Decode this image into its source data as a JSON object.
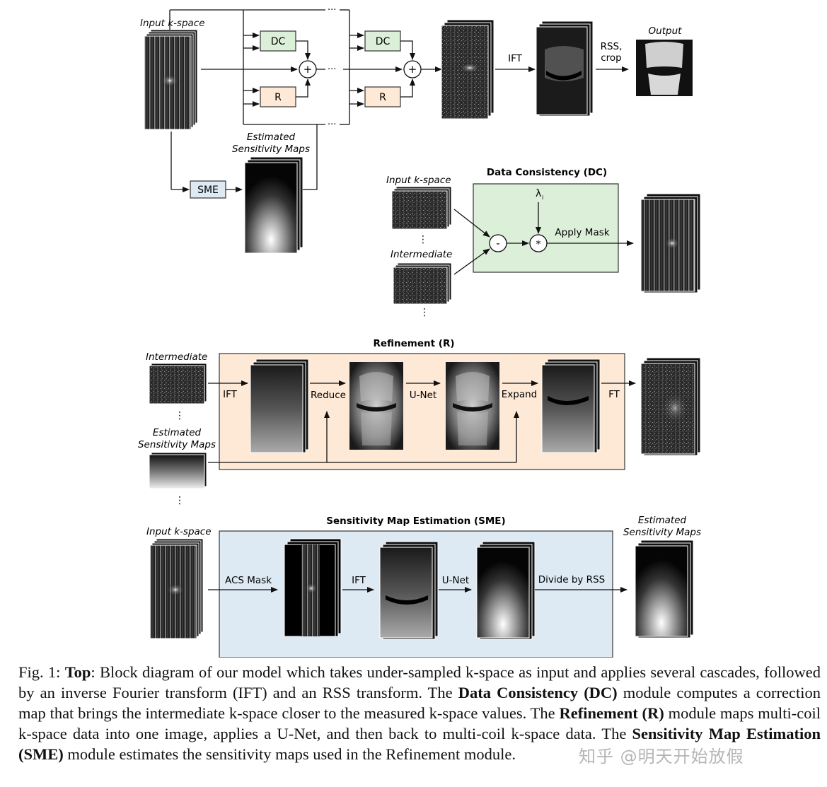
{
  "top": {
    "input_kspace": "Input k-space",
    "dc": "DC",
    "r": "R",
    "plus": "+",
    "dots": "···",
    "ift": "IFT",
    "rss_line1": "RSS,",
    "rss_line2": "crop",
    "output": "Output",
    "sme": "SME",
    "est_maps_line1": "Estimated",
    "est_maps_line2": "Sensitivity Maps"
  },
  "dc_module": {
    "title": "Data Consistency (DC)",
    "input_kspace": "Input k-space",
    "intermediate": "Intermediate",
    "minus": "-",
    "times": "*",
    "lambda": "λ",
    "lambda_sub": "i",
    "apply_mask": "Apply Mask",
    "vdots": "⋮"
  },
  "refinement": {
    "title": "Refinement (R)",
    "intermediate": "Intermediate",
    "est_line1": "Estimated",
    "est_line2": "Sensitivity Maps",
    "ift": "IFT",
    "reduce": "Reduce",
    "unet": "U-Net",
    "expand": "Expand",
    "ft": "FT",
    "vdots": "⋮"
  },
  "sme_module": {
    "title": "Sensitivity Map Estimation (SME)",
    "input_kspace": "Input k-space",
    "acs_mask": "ACS Mask",
    "ift": "IFT",
    "unet": "U-Net",
    "divide": "Divide by RSS",
    "est_line1": "Estimated",
    "est_line2": "Sensitivity Maps"
  },
  "caption": {
    "p1": "Fig. 1: ",
    "b1": "Top",
    "p2": ": Block diagram of our model which takes under-sampled k-space as input and applies several cascades, followed by an inverse Fourier transform (IFT) and an RSS transform. The ",
    "b2": "Data Consistency (DC)",
    "p3": " module computes a correction map that brings the intermediate k-space closer to the measured k-space values. The ",
    "b3": "Refinement (R)",
    "p4": " module maps multi-coil k-space data into one image, applies a U-Net, and then back to multi-coil k-space data. The ",
    "b4": "Sensitivity Map Estimation (SME)",
    "p5": " module estimates the sensitivity maps used in the Refinement module."
  },
  "watermark": "知乎 @明天开始放假",
  "colors": {
    "dc_fill": "#dcefd9",
    "r_fill": "#fde9d6",
    "sme_fill": "#dde9f3",
    "box_stroke": "#333333"
  }
}
